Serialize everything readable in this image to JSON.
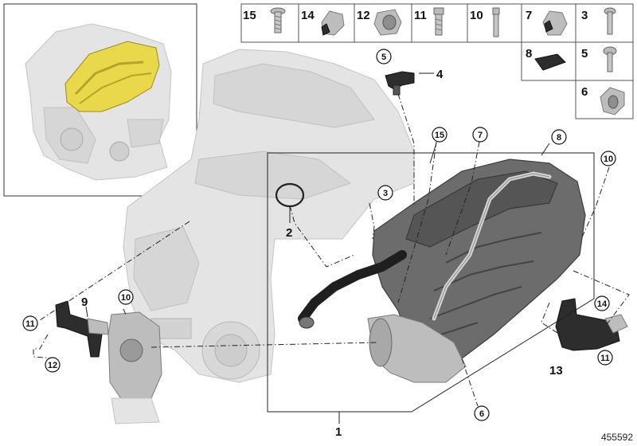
{
  "diagram": {
    "reference_number": "455592",
    "main_labels": {
      "l1": "1",
      "l2": "2",
      "l4": "4",
      "l9": "9",
      "l13": "13"
    },
    "circled_labels": {
      "c3": "3",
      "c5": "5",
      "c6": "6",
      "c7": "7",
      "c8": "8",
      "c10a": "10",
      "c10b": "10",
      "c11a": "11",
      "c11b": "11",
      "c12": "12",
      "c14": "14",
      "c15": "15"
    },
    "parts_table": [
      {
        "id": "15"
      },
      {
        "id": "14"
      },
      {
        "id": "12"
      },
      {
        "id": "11"
      },
      {
        "id": "10"
      },
      {
        "id": "7"
      },
      {
        "id": "3"
      },
      {
        "id": "8"
      },
      {
        "id": "5"
      },
      {
        "id": "6"
      }
    ],
    "colors": {
      "highlight": "#e8d84a",
      "engine_gray": "#e4e4e4",
      "manifold_gray": "#6c6c6c"
    }
  }
}
